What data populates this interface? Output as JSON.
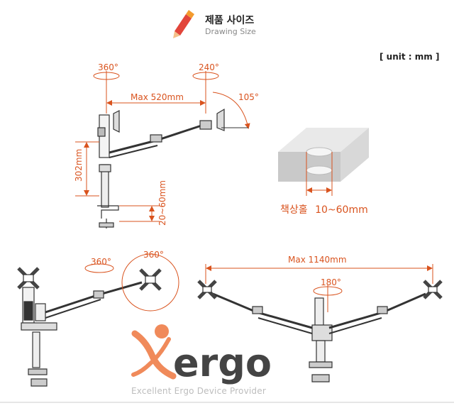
{
  "header": {
    "title_ko": "제품 사이즈",
    "title_en": "Drawing Size",
    "unit": "[ unit : mm ]"
  },
  "single_arm": {
    "rot_top_left": "360°",
    "rot_top_right": "240°",
    "tilt": "105°",
    "reach": "Max 520mm",
    "height": "302mm",
    "clamp": "20~60mm"
  },
  "desk_clamp": {
    "label": "책상홀",
    "range": "10~60mm"
  },
  "bottom_left": {
    "rot_a": "360°",
    "rot_b": "360°"
  },
  "dual_arm": {
    "reach": "Max 1140mm",
    "rot_center": "180°"
  },
  "brand": {
    "logo_text": "Xergo",
    "slogan": "Excellent Ergo Device Provider"
  },
  "colors": {
    "accent": "#d9531e",
    "line": "#333333",
    "logo": "#f08a5a"
  }
}
